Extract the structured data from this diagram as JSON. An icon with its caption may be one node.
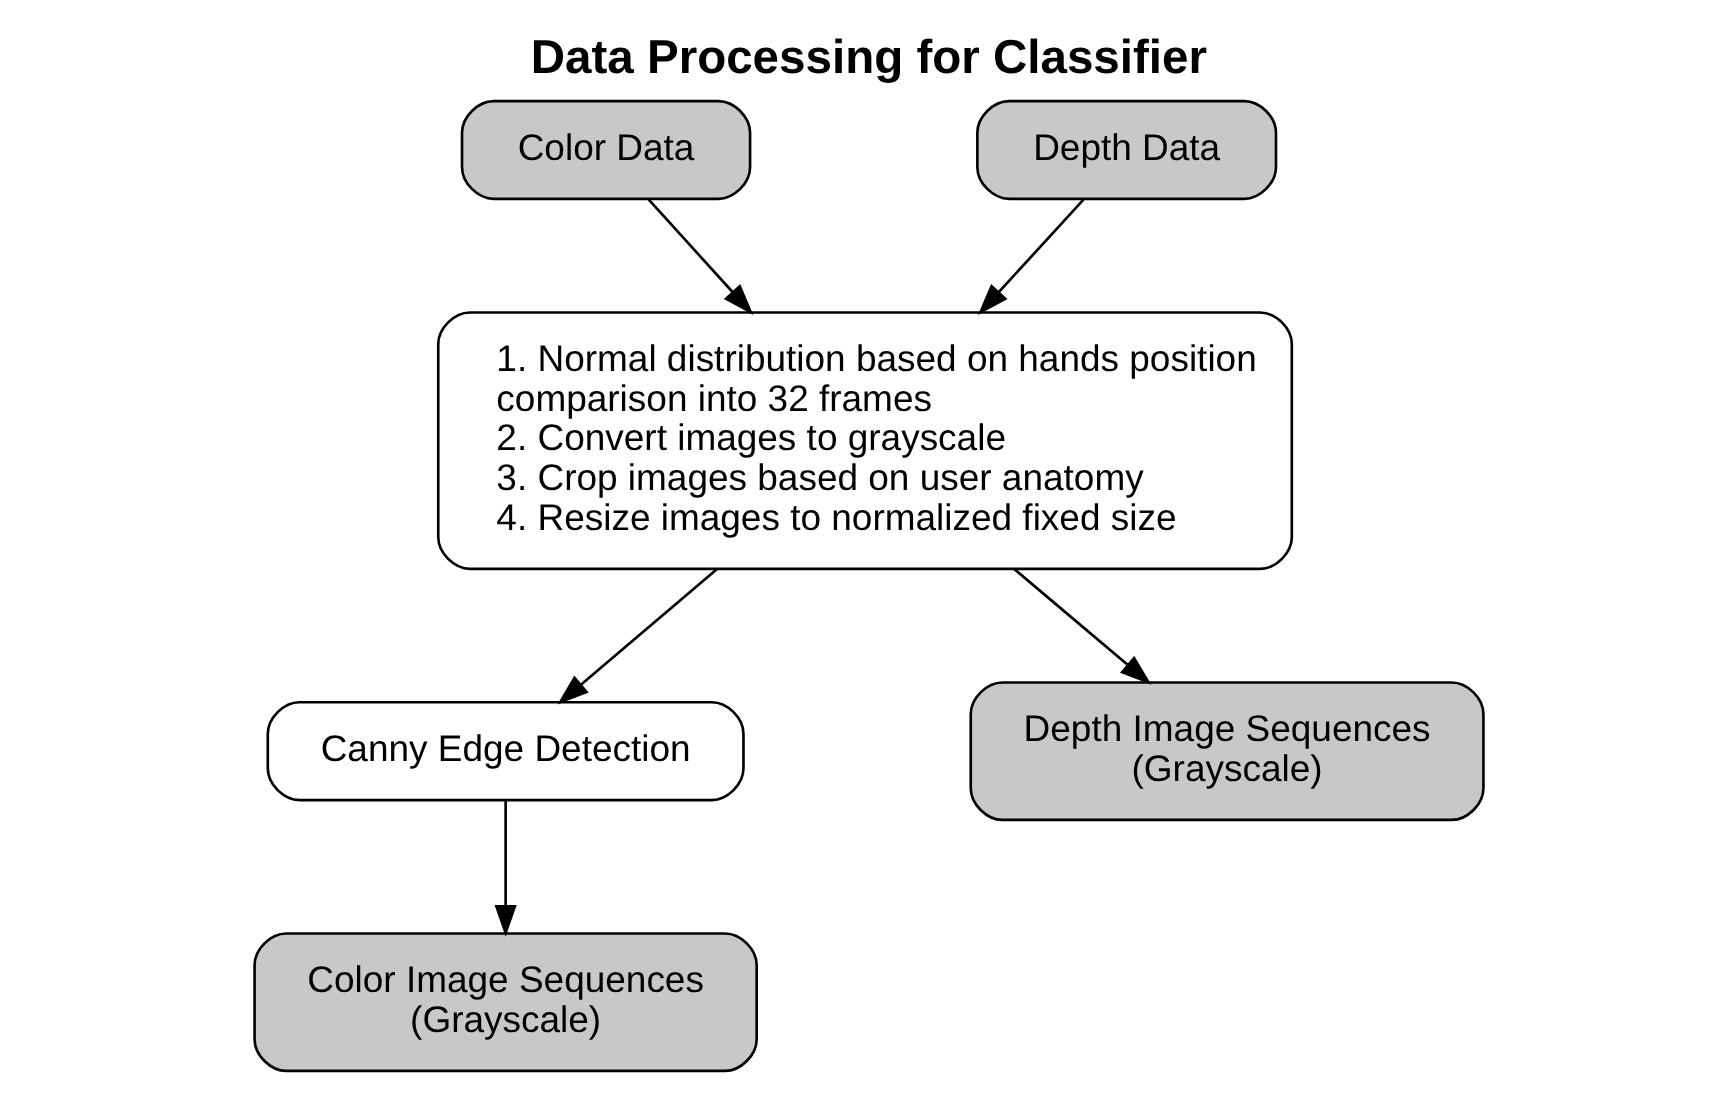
{
  "diagram": {
    "title": "Data Processing for Classifier",
    "nodes": [
      {
        "text": [
          "Color Data"
        ]
      },
      {
        "text": [
          "Depth Data"
        ]
      },
      {
        "text": [
          "1. Normal distribution based on hands position comparison into 32 frames",
          "2. Convert images to grayscale",
          "3. Crop images based on user anatomy",
          "4. Resize images to normalized fixed size"
        ]
      },
      {
        "text": [
          "Canny Edge Detection"
        ]
      },
      {
        "text": [
          "Color Image Sequences (Grayscale)"
        ]
      },
      {
        "text": [
          "Depth Image Sequences (Grayscale)"
        ]
      }
    ],
    "edges": [
      {
        "from": 0,
        "to": 2,
        "arrow": "to"
      },
      {
        "from": 1,
        "to": 2,
        "arrow": "to"
      },
      {
        "from": 2,
        "to": 3,
        "arrow": "to"
      },
      {
        "from": 3,
        "to": 4,
        "arrow": "to"
      },
      {
        "from": 2,
        "to": 5,
        "arrow": "to"
      }
    ]
  }
}
